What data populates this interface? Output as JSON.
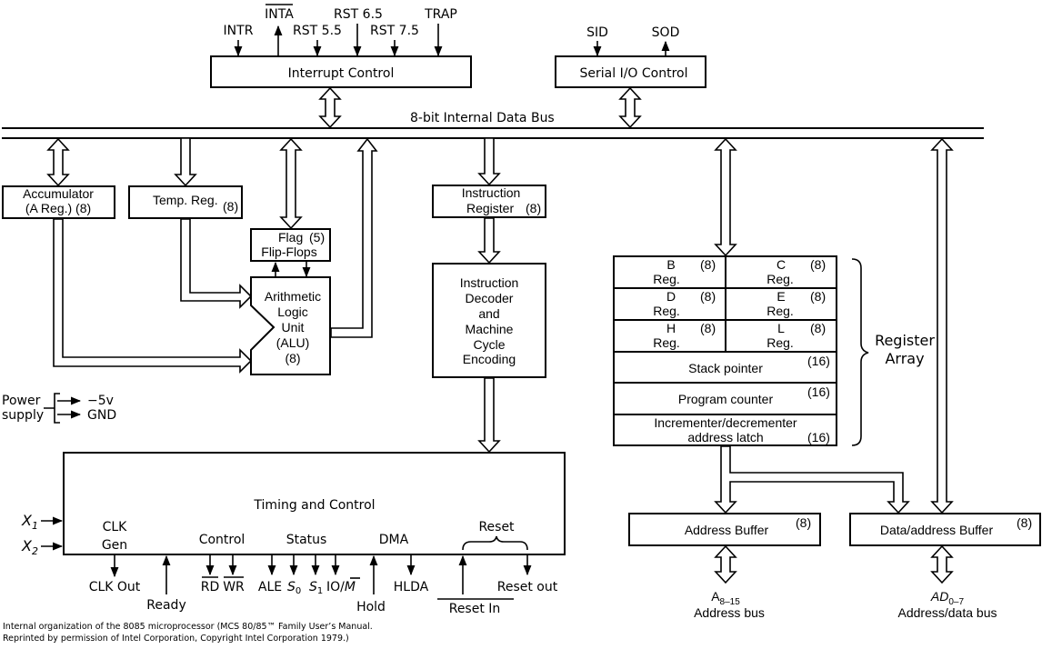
{
  "diagram": {
    "title": "Internal organization of the 8085 microprocessor",
    "caption": [
      "Internal organization of the 8085 microprocessor (MCS 80/85™ Family User’s Manual.",
      "Reprinted by permission of Intel Corporation, Copyright Intel Corporation 1979.)"
    ],
    "data_bus_label": "8-bit Internal Data Bus",
    "interrupt_control": {
      "label": "Interrupt Control",
      "signals": {
        "intr": "INTR",
        "inta": "INTA",
        "rst55": "RST 5.5",
        "rst65": "RST 6.5",
        "rst75": "RST 7.5",
        "trap": "TRAP"
      }
    },
    "serial_io": {
      "label": "Serial I/O Control",
      "signals": {
        "sid": "SID",
        "sod": "SOD"
      }
    },
    "accumulator": {
      "line1": "Accumulator",
      "line2": "(A Reg.) (8)"
    },
    "temp_reg": {
      "label": "Temp. Reg.",
      "size": "(8)"
    },
    "flags": {
      "line1": "Flag",
      "size": "(5)",
      "line2": "Flip-Flops"
    },
    "alu": {
      "lines": [
        "Arithmetic",
        "Logic",
        "Unit",
        "(ALU)",
        "(8)"
      ]
    },
    "instruction_register": {
      "line1": "Instruction",
      "line2": "Register",
      "size": "(8)"
    },
    "decoder": {
      "lines": [
        "Instruction",
        "Decoder",
        "and",
        "Machine",
        "Cycle",
        "Encoding"
      ]
    },
    "register_array": {
      "label_line1": "Register",
      "label_line2": "Array",
      "pairs": [
        {
          "left": "B",
          "right": "C",
          "size": "(8)",
          "sub": "Reg."
        },
        {
          "left": "D",
          "right": "E",
          "size": "(8)",
          "sub": "Reg."
        },
        {
          "left": "H",
          "right": "L",
          "size": "(8)",
          "sub": "Reg."
        }
      ],
      "stack_pointer": {
        "label": "Stack pointer",
        "size": "(16)"
      },
      "program_counter": {
        "label": "Program counter",
        "size": "(16)"
      },
      "incrementer": {
        "line1": "Incrementer/decrementer",
        "line2": "address latch",
        "size": "(16)"
      }
    },
    "power_supply": {
      "line1": "Power",
      "line2": "supply",
      "out1": "−5v",
      "out2": "GND"
    },
    "timing_control": {
      "label": "Timing and Control",
      "clk_gen_line1": "CLK",
      "clk_gen_line2": "Gen",
      "x1": "X",
      "x1_sub": "1",
      "x2": "X",
      "x2_sub": "2",
      "groups": {
        "control": "Control",
        "status": "Status",
        "dma": "DMA",
        "reset": "Reset"
      },
      "signals": {
        "clk_out": "CLK Out",
        "ready": "Ready",
        "rd": "RD",
        "wr": "WR",
        "ale": "ALE",
        "s0": "S",
        "s0_sub": "0",
        "s1": "S",
        "s1_sub": "1",
        "io_m_prefix": "IO/",
        "io_m_bar": "M",
        "hold": "Hold",
        "hlda": "HLDA",
        "reset_in": "Reset In",
        "reset_out": "Reset out"
      }
    },
    "address_buffer": {
      "label": "Address Buffer",
      "size": "(8)",
      "bus_main": "A",
      "bus_sub": "8–15",
      "bus_label": "Address bus"
    },
    "data_address_buffer": {
      "label": "Data/address Buffer",
      "size": "(8)",
      "bus_main": "AD",
      "bus_sub": "0–7",
      "bus_label": "Address/data bus"
    }
  }
}
